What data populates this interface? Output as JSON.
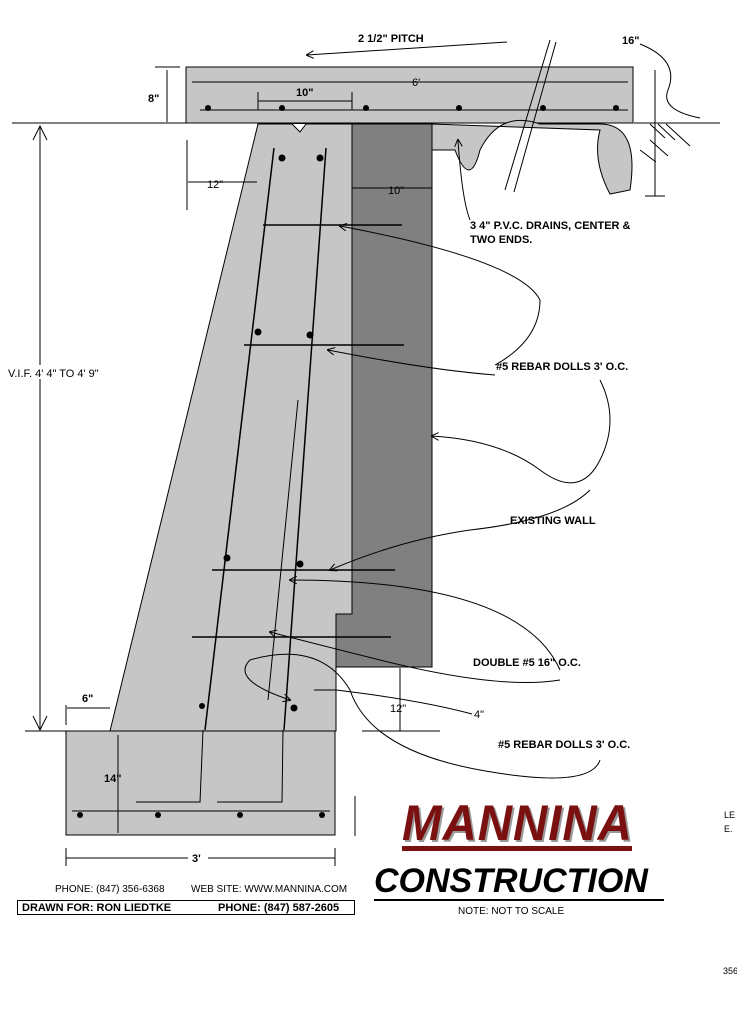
{
  "labels": {
    "pitch": "2  1/2\" PITCH",
    "overhang": "16\"",
    "cap_width": "6'",
    "cap_thickness": "8\"",
    "cap_inner": "10\"",
    "wall_top_offset": "12\"",
    "wall_gap": "10\"",
    "drains": "3  4\" P.V.C. DRAINS, CENTER &",
    "drains_2": "TWO ENDS.",
    "dowels_top": "#5 REBAR DOLLS 3' O.C.",
    "vif": "V.I.F. 4' 4\"  TO 4' 9\"",
    "existing_wall": "EXISTING WALL",
    "double_rebar": "DOUBLE #5 16\" O.C.",
    "toe": "6\"",
    "gap_12": "12\"",
    "gap_4": "4\"",
    "dowels_bottom": "#5 REBAR DOLLS 3' O.C.",
    "footing_thickness": "14\"",
    "footing_width": "3'"
  },
  "footer": {
    "phone": "PHONE: (847) 356-6368",
    "web": "WEB SITE: WWW.MANNINA.COM",
    "drawn_for": "DRAWN FOR: RON LIEDTKE",
    "client_phone": "PHONE: (847) 587-2605",
    "company_1": "MANNINA",
    "company_2": "CONSTRUCTION",
    "note": "NOTE: NOT TO SCALE",
    "edge_1": "LE",
    "edge_2": "E.",
    "edge_3": "356"
  },
  "colors": {
    "concrete": "#c6c6c6",
    "existing_wall": "#808080",
    "brand": "#7a1010"
  }
}
